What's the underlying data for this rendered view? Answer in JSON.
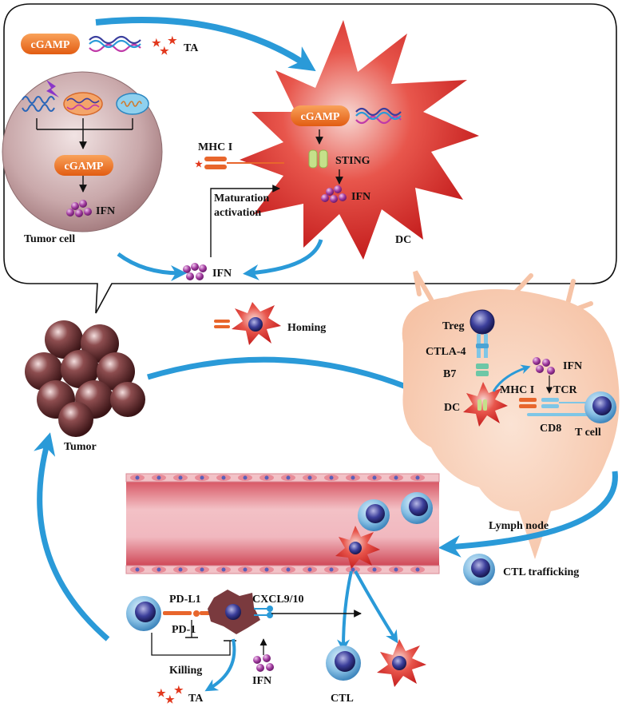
{
  "inset": {
    "top_row": {
      "cgamp": "cGAMP",
      "ta": "TA"
    },
    "tumor_cell": {
      "cgamp": "cGAMP",
      "ifn": "IFN",
      "label": "Tumor cell"
    },
    "dc": {
      "cgamp": "cGAMP",
      "sting": "STING",
      "ifn": "IFN",
      "label": "DC"
    },
    "mhc1": "MHC I",
    "maturation_line1": "Maturation",
    "maturation_line2": "activation",
    "ifn_bottom": "IFN"
  },
  "homing": "Homing",
  "tumor": "Tumor",
  "lymph_node": {
    "label": "Lymph node",
    "treg": "Treg",
    "ctla4": "CTLA-4",
    "b7": "B7",
    "dc": "DC",
    "ifn": "IFN",
    "mhc1": "MHC I",
    "tcr": "TCR",
    "cd8": "CD8",
    "tcell": "T cell"
  },
  "ctl_trafficking": "CTL trafficking",
  "bottom": {
    "pdl1": "PD-L1",
    "pd1": "PD-1",
    "cxcl": "CXCL9/10",
    "killing": "Killing",
    "ifn": "IFN",
    "ta": "TA",
    "ctl": "CTL"
  }
}
